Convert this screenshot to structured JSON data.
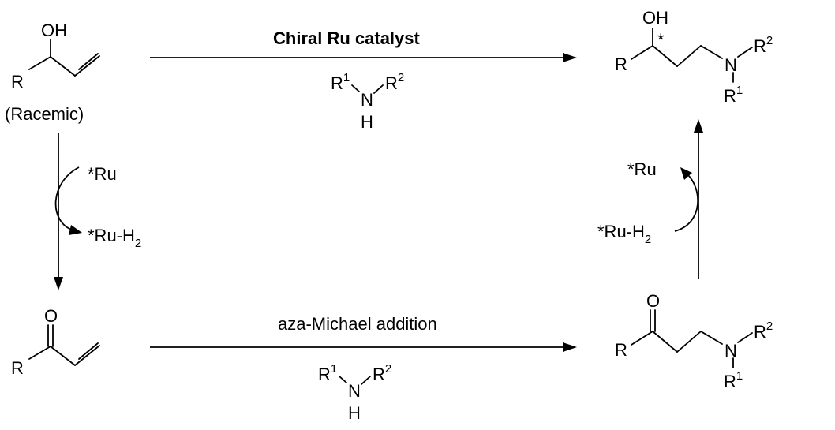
{
  "scheme": {
    "top_reaction": {
      "title": "Chiral Ru catalyst",
      "amine": {
        "left": "R",
        "left_sup": "1",
        "center": "N",
        "right": "R",
        "right_sup": "2",
        "bottom": "H"
      }
    },
    "bottom_reaction": {
      "title": "aza-Michael addition",
      "amine": {
        "left": "R",
        "left_sup": "1",
        "center": "N",
        "right": "R",
        "right_sup": "2",
        "bottom": "H"
      }
    },
    "left_arrow": {
      "reagent_in": "*Ru",
      "reagent_out_main": "*Ru-H",
      "reagent_out_sub": "2"
    },
    "right_arrow": {
      "reagent_in_main": "*Ru-H",
      "reagent_in_sub": "2",
      "reagent_out": "*Ru"
    },
    "allyl_alcohol": {
      "oh": "OH",
      "r": "R",
      "note": "(Racemic)"
    },
    "enone": {
      "o": "O",
      "r": "R"
    },
    "amino_ketone": {
      "o": "O",
      "r": "R",
      "n": "N",
      "r2": "R",
      "r2_sup": "2",
      "r1": "R",
      "r1_sup": "1"
    },
    "amino_alcohol": {
      "oh": "OH",
      "star": "*",
      "r": "R",
      "n": "N",
      "r2": "R",
      "r2_sup": "2",
      "r1": "R",
      "r1_sup": "1"
    }
  }
}
